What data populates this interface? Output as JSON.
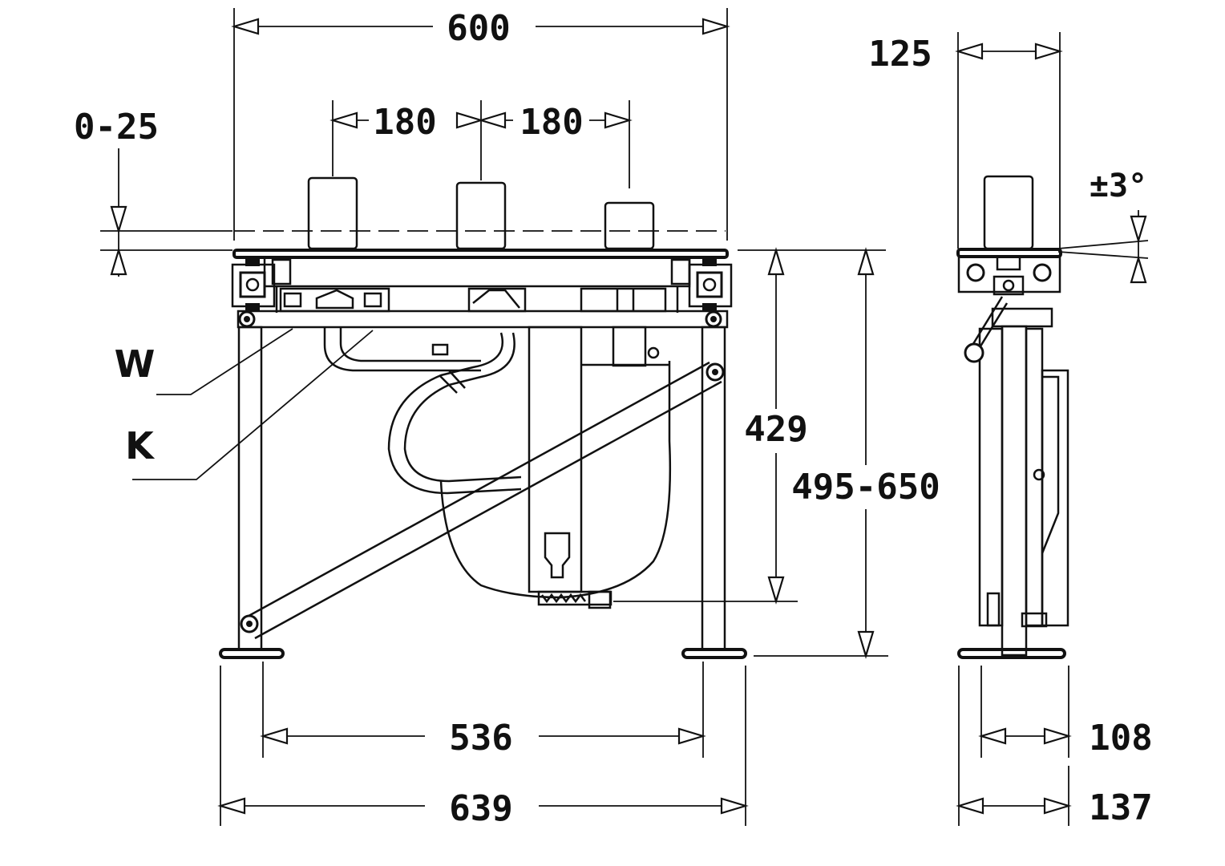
{
  "front_view": {
    "width_top": "600",
    "spacing_left": "180",
    "spacing_right": "180",
    "offset_range": "0-25",
    "height_to_outlet": "429",
    "height_range": "495-650",
    "leg_spacing": "536",
    "foot_width": "639",
    "label_w": "W",
    "label_k": "K"
  },
  "side_view": {
    "depth_top": "125",
    "tilt": "±3°",
    "leg_depth": "108",
    "foot_depth": "137"
  }
}
